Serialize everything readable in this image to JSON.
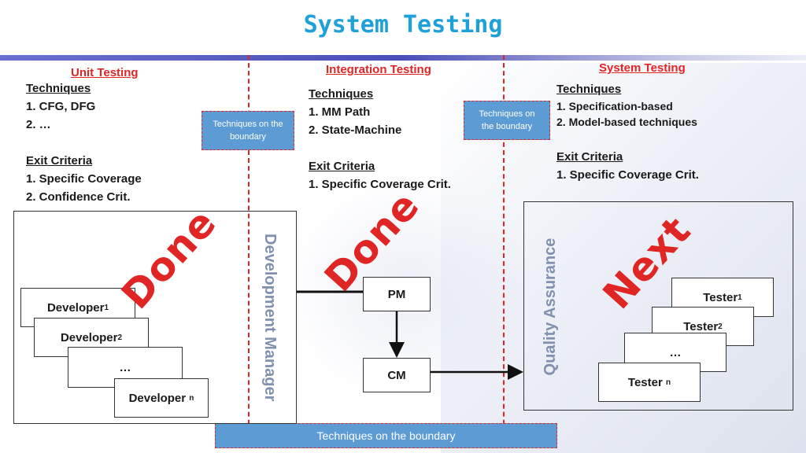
{
  "title": "System Testing",
  "unit": {
    "heading": "Unit Testing",
    "techniques_label": "Techniques",
    "techniques": [
      "1.  CFG, DFG",
      "2.  …"
    ],
    "exit_label": "Exit Criteria",
    "exit": [
      "1.  Specific Coverage",
      "2.  Confidence Crit."
    ]
  },
  "integration": {
    "heading": "Integration Testing",
    "techniques_label": "Techniques",
    "techniques": [
      "1.  MM Path",
      "2.  State-Machine"
    ],
    "exit_label": "Exit Criteria",
    "exit": [
      "1.  Specific Coverage Crit."
    ]
  },
  "system": {
    "heading": "System Testing",
    "techniques_label": "Techniques",
    "techniques": [
      "1.   Specification-based",
      "2.   Model-based techniques"
    ],
    "exit_label": "Exit Criteria",
    "exit": [
      "1.  Specific Coverage Crit."
    ]
  },
  "boundary": {
    "left": "Techniques on the boundary",
    "right": "Techniques on the boundary",
    "bottom": "Techniques on the boundary"
  },
  "developers": {
    "label": "Developer",
    "subs": [
      "1",
      "2",
      "n"
    ],
    "ellipsis": "…"
  },
  "pm": "PM",
  "cm": "CM",
  "development_manager": "Development Manager",
  "quality_assurance": "Quality Assurance",
  "testers": {
    "label": "Tester",
    "subs": [
      "1",
      "2",
      "n"
    ],
    "ellipsis": "…"
  },
  "stamps": {
    "done1": "Done",
    "done2": "Done",
    "next": "Next"
  },
  "colors": {
    "title": "#1da1d8",
    "accent_red": "#e02525",
    "boundary_blue": "#5d9bd5",
    "label_gray": "#8090ae"
  }
}
